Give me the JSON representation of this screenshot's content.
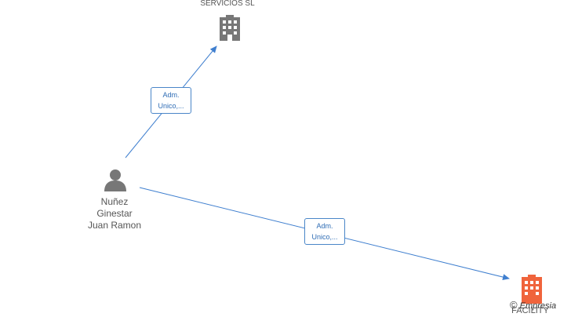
{
  "nodes": {
    "company_top": {
      "label": "SERVICIOS SL",
      "icon": "building-icon",
      "color": "#777777"
    },
    "person": {
      "label_line1": "Nuñez",
      "label_line2": "Ginestar",
      "label_line3": "Juan Ramon",
      "icon": "person-icon",
      "color": "#777777"
    },
    "company_bottom": {
      "label": "FACILITY",
      "icon": "building-icon",
      "color": "#f0643c"
    }
  },
  "edges": [
    {
      "label_line1": "Adm.",
      "label_line2": "Unico,..."
    },
    {
      "label_line1": "Adm.",
      "label_line2": "Unico,..."
    }
  ],
  "watermark": {
    "symbol": "©",
    "text": "Empresia"
  },
  "colors": {
    "edge": "#3f7fcf"
  }
}
